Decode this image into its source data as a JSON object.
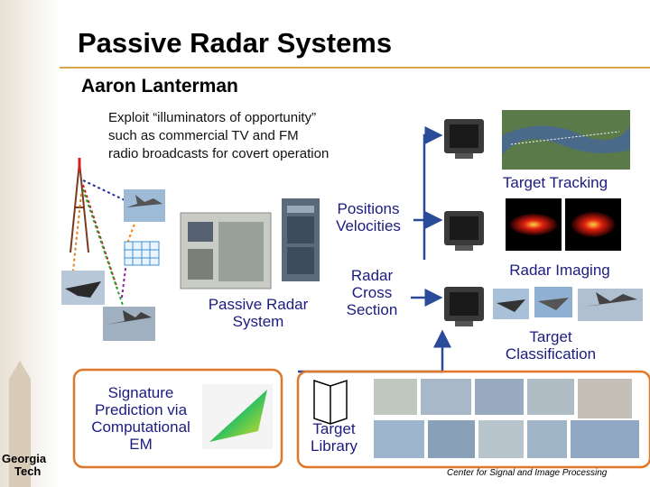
{
  "title": "Passive Radar Systems",
  "author": "Aaron Lanterman",
  "intro": [
    "Exploit “illuminators of opportunity”",
    "such as commercial TV and FM",
    "radio broadcasts for covert operation"
  ],
  "labels": {
    "target_tracking": "Target Tracking",
    "positions": "Positions",
    "velocities": "Velocities",
    "radar_imaging": "Radar Imaging",
    "rcs": [
      "Radar",
      "Cross",
      "Section"
    ],
    "passive_radar": [
      "Passive Radar",
      "System"
    ],
    "target_classification": [
      "Target",
      "Classification"
    ],
    "signature_prediction": [
      "Signature",
      "Prediction via",
      "Computational",
      "EM"
    ],
    "target_library": [
      "Target",
      "Library"
    ]
  },
  "logo": [
    "Georgia",
    "Tech"
  ],
  "footer": "Center for Signal and Image Processing",
  "colors": {
    "accent_line": "#d9a64a",
    "box_outline": "#e07828",
    "arrow": "#2a4a9a",
    "label_text": "#1c1c80"
  }
}
